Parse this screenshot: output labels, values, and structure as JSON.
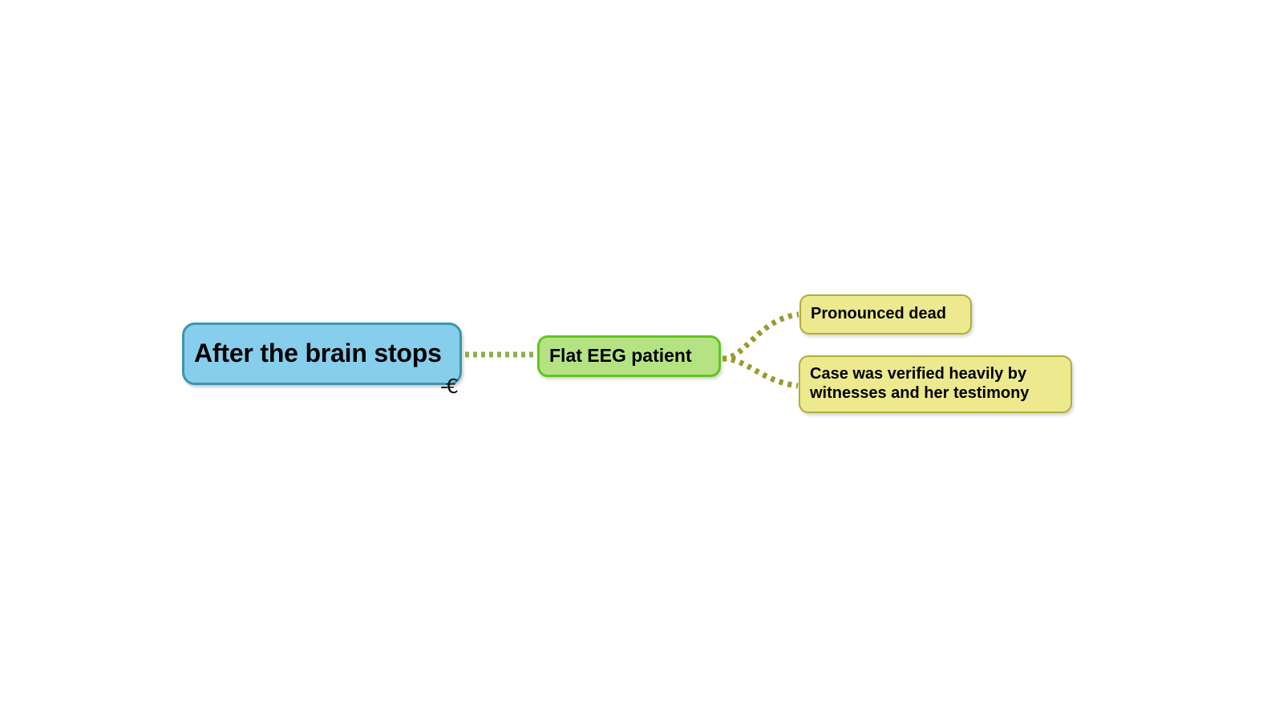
{
  "diagram": {
    "type": "mind-map",
    "background": "#ffffff",
    "root": {
      "id": "root",
      "label": "After the brain stops",
      "fill": "#87cdec",
      "stroke": "#3a97ad",
      "marker": "-€"
    },
    "branches": [
      {
        "id": "branch-1",
        "label": "Flat EEG patient",
        "fill": "#b5e384",
        "stroke": "#63c521",
        "children": [
          {
            "id": "leaf-1",
            "label": "Pronounced dead",
            "fill": "#ece98e",
            "stroke": "#b0ae3a"
          },
          {
            "id": "leaf-2",
            "label": "Case was verified heavily by\nwitnesses and her testimony",
            "fill": "#ece98e",
            "stroke": "#b0ae3a"
          }
        ]
      }
    ],
    "connectors": {
      "root_to_branch_color": "#8fae4a",
      "branch_to_leaf_color": "#9a9a2e",
      "style": "dotted"
    }
  }
}
